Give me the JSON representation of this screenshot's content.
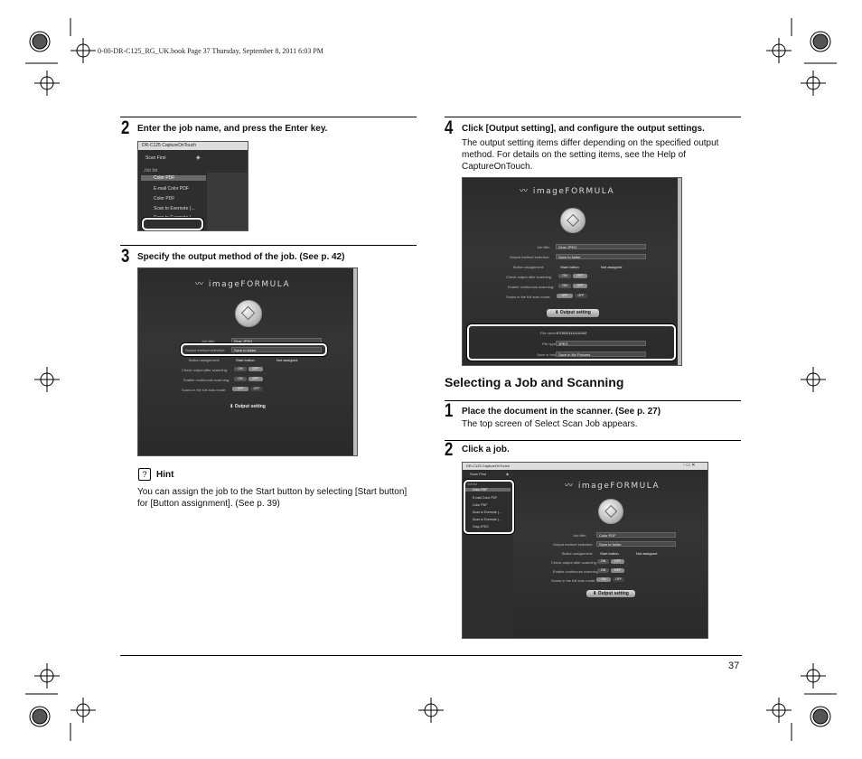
{
  "header": {
    "file_info": "0-00-DR-C125_RG_UK.book  Page 37  Thursday, September 8, 2011  6:03 PM"
  },
  "page_number": "37",
  "left": {
    "step2": {
      "num": "2",
      "text": "Enter the job name, and press the Enter key."
    },
    "step3": {
      "num": "3",
      "text": "Specify the output method of the job. (See p. 42)"
    },
    "hint": {
      "title": "Hint",
      "text": "You can assign the job to the Start button by selecting [Start button] for [Button assignment]. (See p. 39)",
      "icon": "?"
    }
  },
  "right": {
    "step4": {
      "num": "4",
      "text": "Click [Output setting], and configure the output settings.",
      "body": "The output setting items differ depending on the specified output method. For details on the setting items, see the Help of CaptureOnTouch."
    },
    "section_title": "Selecting a Job and Scanning",
    "step1": {
      "num": "1",
      "text": "Place the document in the scanner. (See p. 27)",
      "body": "The top screen of Select Scan Job appears."
    },
    "step2b": {
      "num": "2",
      "text": "Click a job."
    }
  },
  "app": {
    "window_title": "DR-C125 CaptureOnTouch",
    "logo": "imageFORMULA",
    "scan_first": "Scan First",
    "job_list_label": "Job list",
    "jobs": [
      "Color PDF",
      "E-mail Color PDF",
      "Color PDF",
      "Scan to Evernote (...",
      "Scan to Evernote (..."
    ],
    "jobs2": [
      "Color PDF",
      "E-mail Color PDF",
      "Color PDF",
      "Scan to Evernote (...",
      "Scan to Evernote (...",
      "Gray JPEG"
    ],
    "labels": {
      "job_title": "Job title:",
      "output_method": "Output method selection:",
      "button_assignment": "Button assignment:",
      "check_output": "Check output after scanning:",
      "continuous": "Enable continuous scanning:",
      "full_auto": "Scans in the full auto mode:",
      "file_name": "File name:",
      "file_type": "File type:",
      "save_to": "Save in folder:"
    },
    "values": {
      "job_title_gray": "Gray JPEG",
      "job_title_color": "Color PDF",
      "output_method": "Save to folder",
      "start_button": "Start button",
      "not_assigned": "Not assigned",
      "on": "ON",
      "off": "OFF",
      "output_setting": "Output setting",
      "file_name": "0709201111111102",
      "file_type": "JPEG",
      "save_to": "Save in My Pictures"
    }
  }
}
